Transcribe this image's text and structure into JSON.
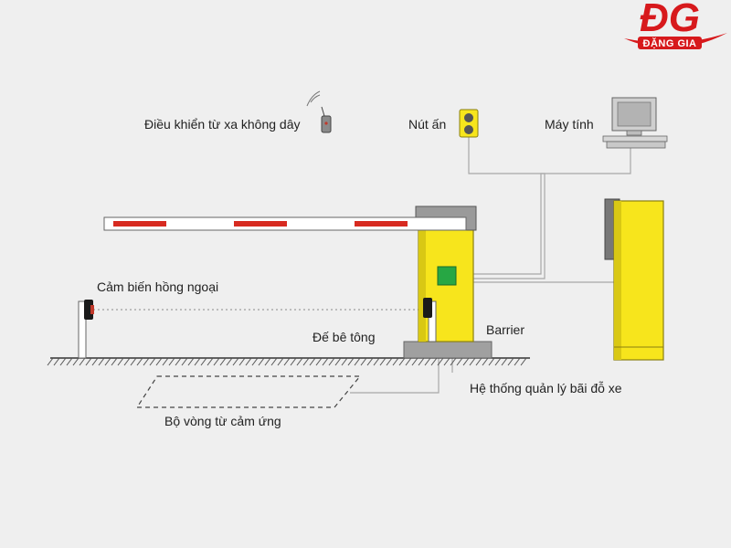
{
  "logo": {
    "mark": "ĐG",
    "name": "ĐẶNG GIA",
    "color": "#d7191c"
  },
  "labels": {
    "remote": "Điều khiển từ xa không dây",
    "button": "Nút ấn",
    "computer": "Máy tính",
    "ir_sensor": "Cảm biến hồng ngoại",
    "concrete_base": "Đế bê tông",
    "barrier": "Barrier",
    "parking_system": "Hệ thống quản lý bãi đỗ xe",
    "loop": "Bộ vòng từ cảm ứng"
  },
  "colors": {
    "background": "#efefef",
    "barrier_body": "#f7e51c",
    "boom_stripe": "#d72a20",
    "controller": "#27a744",
    "wire": "#a8a8a8",
    "base": "#a0a0a0"
  }
}
